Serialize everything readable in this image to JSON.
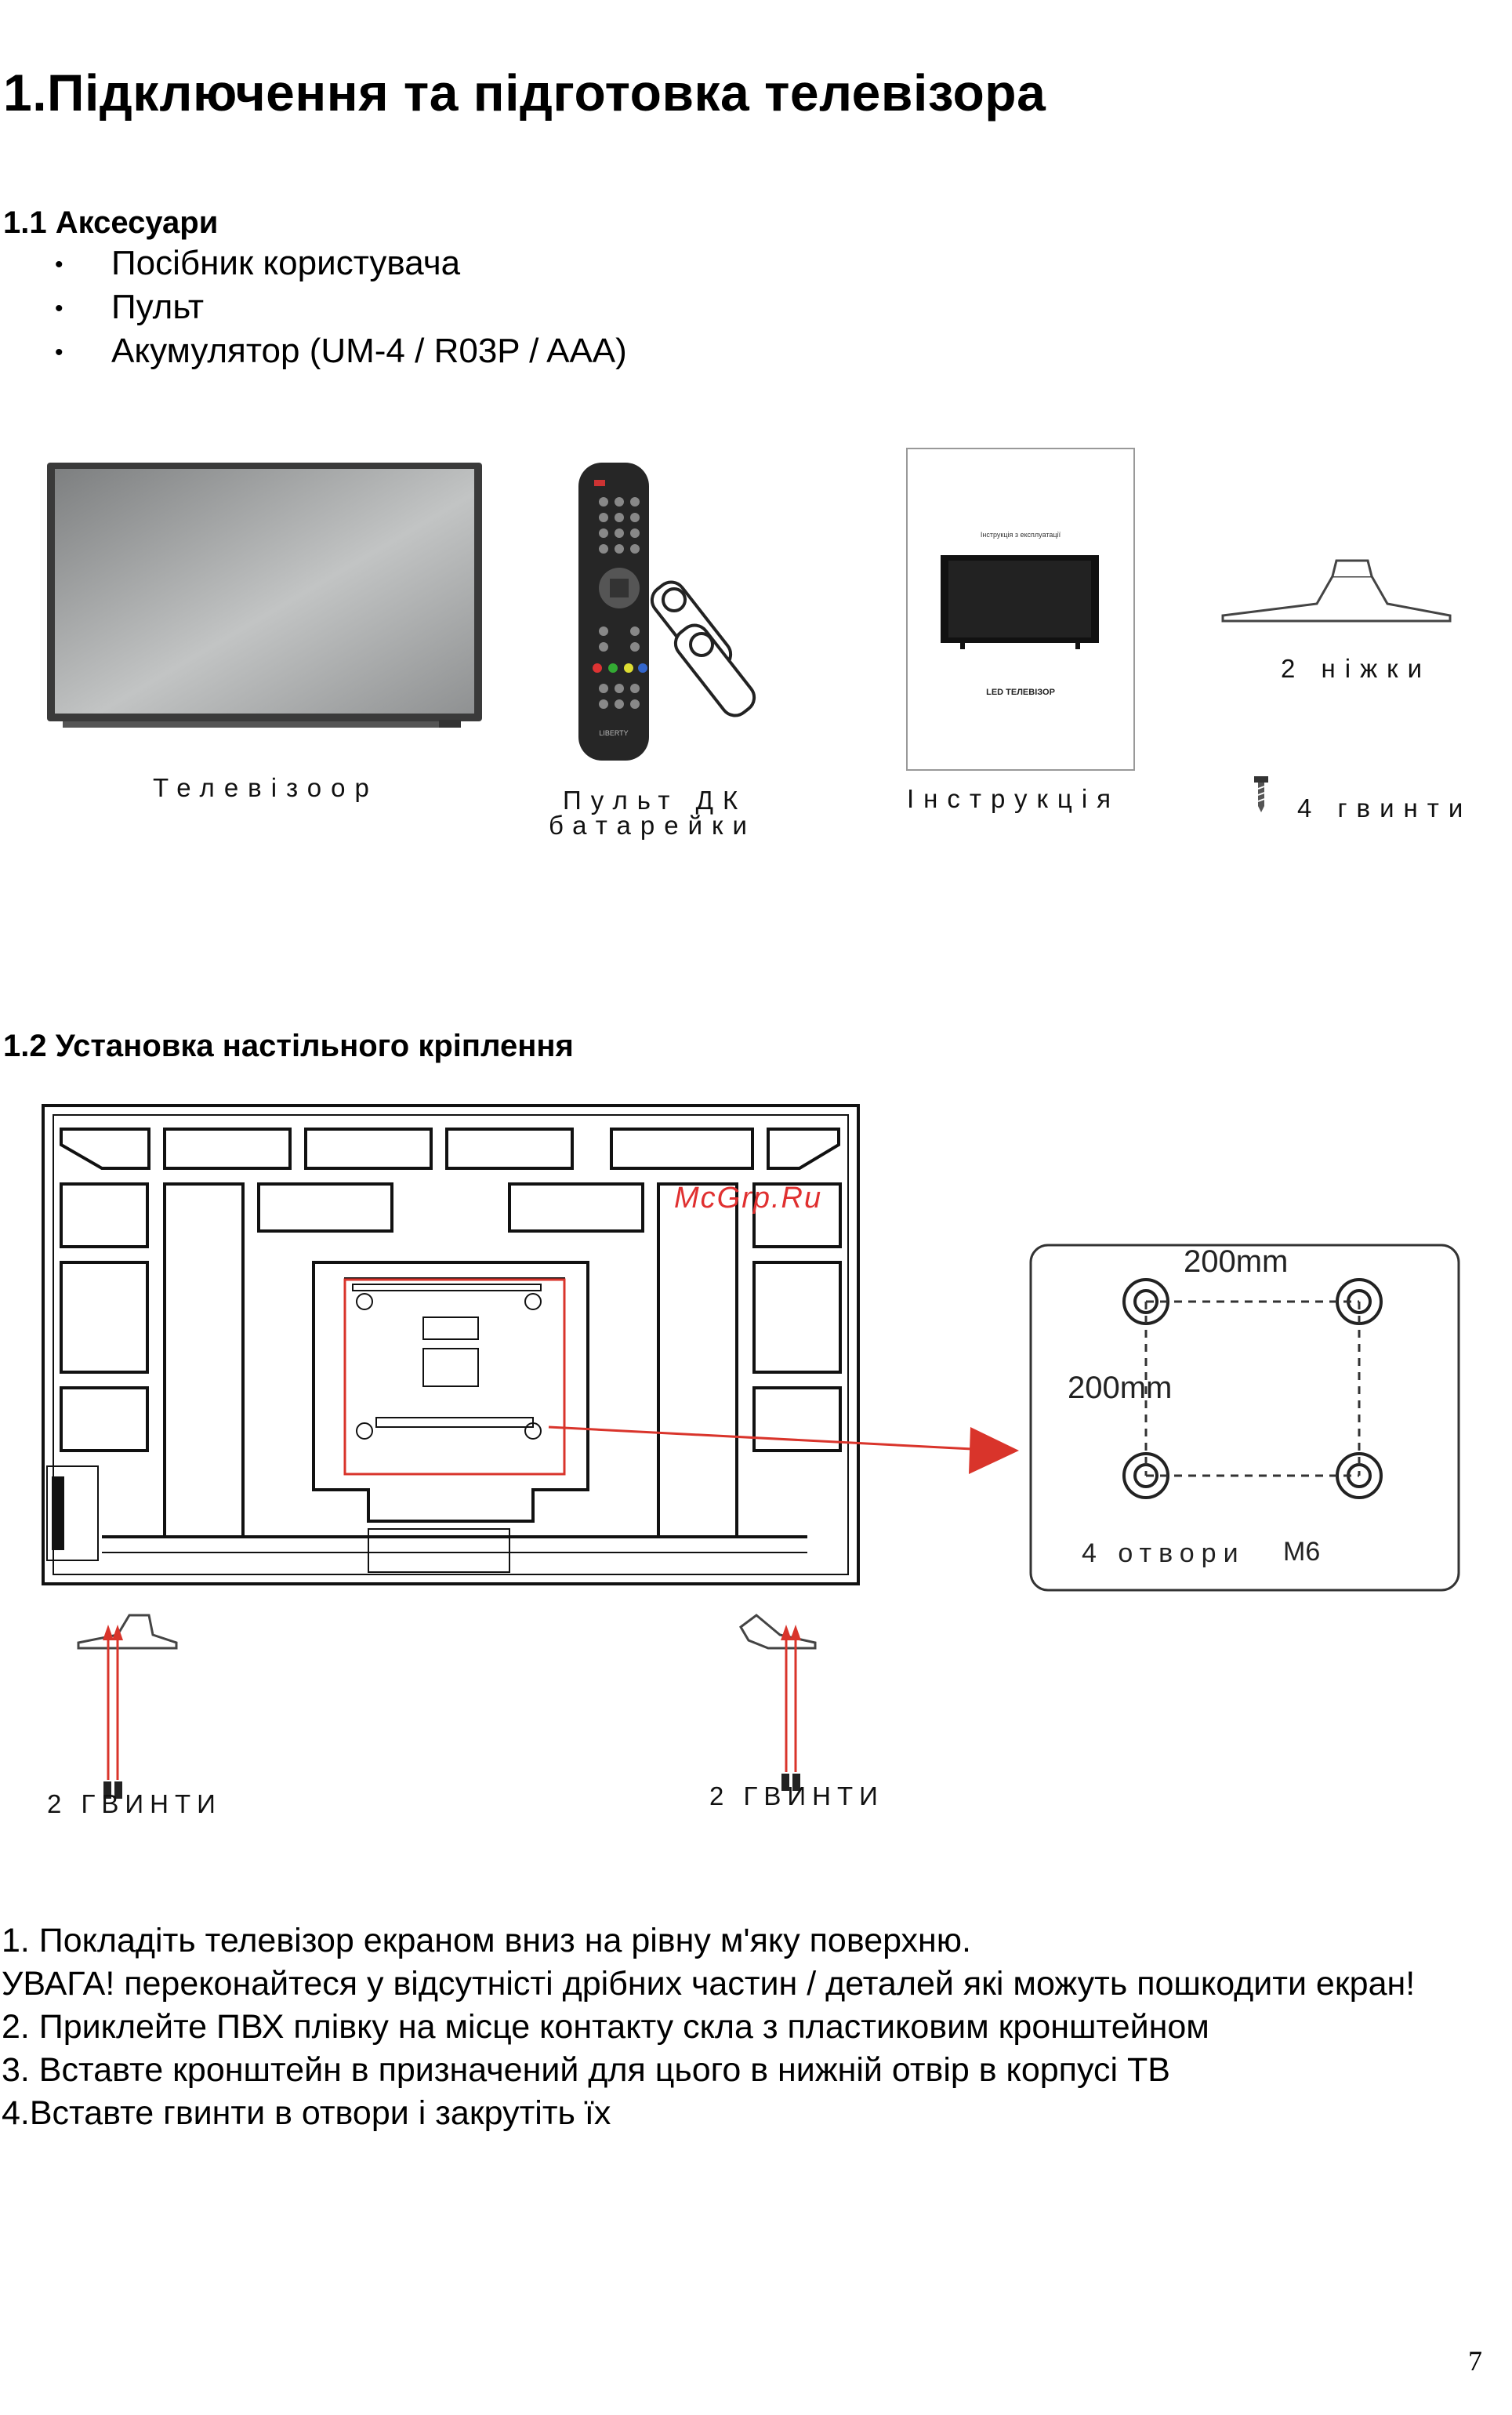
{
  "title": "1.Підключення та підготовка телевізора",
  "section1": {
    "heading": "1.1 Аксесуари",
    "items": [
      "Посібник користувача",
      "Пульт",
      "Акумулятор (UM-4 / R03P / AAA)"
    ]
  },
  "figure1": {
    "tv_caption": "Телевізоор",
    "remote_caption_line1": "Пульт ДК",
    "remote_caption_line2": "батарейки",
    "manual_caption": "Інструкція",
    "stand_caption": "2 ніжки",
    "screws_caption": "4 гвинти",
    "manual_cover_title": "Інструкція з експлуатації",
    "manual_cover_subtitle": "LED ТЕЛЕВІЗОР",
    "remote_brand": "LIBERTY"
  },
  "section2": {
    "heading": "1.2 Установка настільного кріплення"
  },
  "figure2": {
    "watermark": "McGrp.Ru",
    "vesa_horizontal": "200mm",
    "vesa_vertical": "200mm",
    "holes_label": "4 отвори",
    "holes_size": "M6",
    "left_screws": "2 ГВИНТИ",
    "right_screws": "2 ГВИНТИ"
  },
  "steps": [
    "1. Покладіть телевізор екраном вниз на рівну м'яку поверхню.",
    "УВАГА! переконайтеся у відсутністі дрібних частин / деталей які можуть пошкодити екран!",
    "2. Приклейте ПВХ плівку на місце контакту скла з пластиковим кронштейном",
    "3. Вставте кронштейн в призначений для цього в нижній отвір в корпусі ТВ",
    "4.Вставте гвинти в отвори і закрутіть їх"
  ],
  "page_number": "7",
  "colors": {
    "accent_red": "#d9342b",
    "watermark": "#e03030"
  }
}
